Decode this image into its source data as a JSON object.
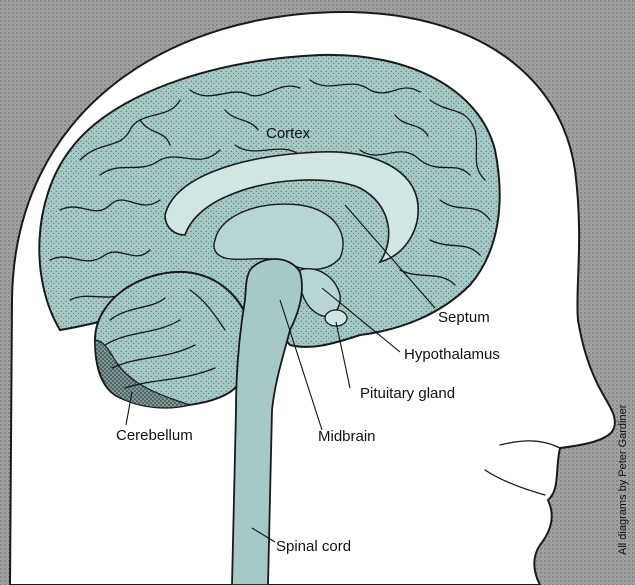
{
  "labels": {
    "cortex": "Cortex",
    "septum": "Septum",
    "hypothalamus": "Hypothalamus",
    "pituitary": "Pituitary gland",
    "cerebellum": "Cerebellum",
    "midbrain": "Midbrain",
    "spinal_cord": "Spinal cord"
  },
  "credit": "All diagrams by Peter Gardiner",
  "colors": {
    "background_grey": "#9a9a9a",
    "head_fill": "#ffffff",
    "brain_fill": "#a4c9c6",
    "ventricle_fill": "#cfe6e3",
    "outline": "#1a1a1a"
  }
}
